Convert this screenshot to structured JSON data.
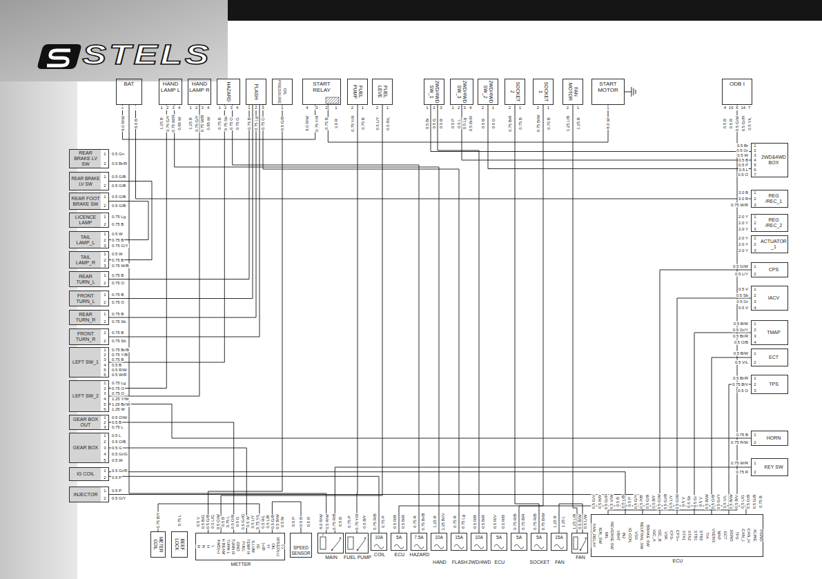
{
  "diagram": {
    "nodes": [
      {
        "text": [
          "BAT"
        ]
      },
      {
        "text": [
          "HAND LAMP L"
        ]
      },
      {
        "text": [
          "HAND LAMP R"
        ]
      },
      {
        "text": [
          "HAZARD"
        ]
      },
      {
        "text": [
          "FLASH"
        ]
      },
      {
        "text": [
          "OIL PRESSURE"
        ]
      },
      {
        "text": [
          "START RELAY"
        ]
      },
      {
        "text": [
          "FUEL PUMP"
        ]
      },
      {
        "text": [
          "FUEL LEVE"
        ]
      },
      {
        "text": [
          "2WD/4WD SW_1"
        ]
      },
      {
        "text": [
          "2WD/4WD SW_3"
        ]
      },
      {
        "text": [
          "2WD/4WD SW_2"
        ]
      },
      {
        "text": [
          "SOCKET 2"
        ]
      },
      {
        "text": [
          "SOCKET 1"
        ]
      },
      {
        "text": [
          "FAN MOTOR"
        ]
      },
      {
        "text": [
          "START MOTOR"
        ]
      },
      {
        "text": [
          "ODB I"
        ]
      },
      {
        "text": [
          "REAR BRAKE LV SW"
        ]
      },
      {
        "text": [
          "REAR BRAKE LV SW"
        ]
      },
      {
        "text": [
          "REAR FOOT BRAKE SW"
        ]
      },
      {
        "text": [
          "LICENCE LAMP"
        ]
      },
      {
        "text": [
          "TAIL LAMP_L"
        ]
      },
      {
        "text": [
          "TAIL LAMP_R"
        ]
      },
      {
        "text": [
          "REAR TURN_L"
        ]
      },
      {
        "text": [
          "FRONT TURN_L"
        ]
      },
      {
        "text": [
          "REAR TURN_R"
        ]
      },
      {
        "text": [
          "FRONT TURN_R"
        ]
      },
      {
        "text": [
          "LEFT SW_1"
        ]
      },
      {
        "text": [
          "LEFT SW_2"
        ]
      },
      {
        "text": [
          "GEAR BOX OUT"
        ]
      },
      {
        "text": [
          "GEAR BOX"
        ]
      },
      {
        "text": [
          "IG COIL"
        ]
      },
      {
        "text": [
          "INJECTOR"
        ]
      },
      {
        "text": [
          "2WD&4WD BOX"
        ]
      },
      {
        "text": [
          "REG /REC_1"
        ]
      },
      {
        "text": [
          "REG /REC_2"
        ]
      },
      {
        "text": [
          "ACTUATOR _1"
        ]
      },
      {
        "text": [
          "CPS"
        ]
      },
      {
        "text": [
          "IACV"
        ]
      },
      {
        "text": [
          "TMAP"
        ]
      },
      {
        "text": [
          "ECT"
        ]
      },
      {
        "text": [
          "TPS"
        ]
      },
      {
        "text": [
          "HORN"
        ]
      },
      {
        "text": [
          "KEY SW"
        ]
      },
      {
        "text": [
          "METER COIL"
        ]
      },
      {
        "text": [
          "BEEF LOCK"
        ]
      },
      {
        "text": [
          "METTER"
        ]
      },
      {
        "text": [
          "SPEED SENSOR"
        ]
      },
      {
        "text": [
          "MAIN"
        ]
      },
      {
        "text": [
          "FUEL PUMP"
        ]
      },
      {
        "text": [
          "10A",
          "COIL"
        ]
      },
      {
        "text": [
          "5A",
          "ECU"
        ]
      },
      {
        "text": [
          "7.5A",
          "HAZARD"
        ]
      },
      {
        "text": [
          "10A",
          "HAND"
        ]
      },
      {
        "text": [
          "15A",
          "FLASH"
        ]
      },
      {
        "text": [
          "10A",
          "2WD/4WD"
        ]
      },
      {
        "text": [
          "5A",
          "ECU"
        ]
      },
      {
        "text": [
          "5A"
        ]
      },
      {
        "text": [
          "5A",
          "SOCKET"
        ]
      },
      {
        "text": [
          "15A",
          "FAN"
        ]
      },
      {
        "text": [
          "FAN"
        ]
      },
      {
        "text": [
          "ECU"
        ]
      }
    ],
    "edges": [
      {
        "from": 0,
        "to": 6,
        "arrow": "none"
      },
      {
        "from": 0,
        "to": 48,
        "arrow": "none"
      },
      {
        "from": 6,
        "to": 15,
        "arrow": "none"
      },
      {
        "from": 1,
        "to": 28,
        "arrow": "none"
      },
      {
        "from": 2,
        "to": 28,
        "arrow": "none"
      },
      {
        "from": 3,
        "to": 27,
        "arrow": "none"
      },
      {
        "from": 4,
        "to": 23,
        "arrow": "none"
      },
      {
        "from": 4,
        "to": 24,
        "arrow": "none"
      },
      {
        "from": 4,
        "to": 25,
        "arrow": "none"
      },
      {
        "from": 4,
        "to": 26,
        "arrow": "none"
      },
      {
        "from": 5,
        "to": 46,
        "arrow": "none"
      },
      {
        "from": 7,
        "to": 49,
        "arrow": "none"
      },
      {
        "from": 8,
        "to": 46,
        "arrow": "none"
      },
      {
        "from": 9,
        "to": 33,
        "arrow": "none"
      },
      {
        "from": 10,
        "to": 33,
        "arrow": "none"
      },
      {
        "from": 11,
        "to": 33,
        "arrow": "none"
      },
      {
        "from": 12,
        "to": 58,
        "arrow": "none"
      },
      {
        "from": 13,
        "to": 57,
        "arrow": "none"
      },
      {
        "from": 14,
        "to": 60,
        "arrow": "none"
      },
      {
        "from": 16,
        "to": 61,
        "arrow": "none"
      },
      {
        "from": 19,
        "to": 21,
        "arrow": "none"
      },
      {
        "from": 18,
        "to": 22,
        "arrow": "none"
      },
      {
        "from": 29,
        "to": 46,
        "arrow": "none"
      },
      {
        "from": 30,
        "to": 46,
        "arrow": "none"
      },
      {
        "from": 31,
        "to": 61,
        "arrow": "none"
      },
      {
        "from": 32,
        "to": 61,
        "arrow": "none"
      },
      {
        "from": 37,
        "to": 61,
        "arrow": "none"
      },
      {
        "from": 38,
        "to": 61,
        "arrow": "none"
      },
      {
        "from": 39,
        "to": 61,
        "arrow": "none"
      },
      {
        "from": 40,
        "to": 61,
        "arrow": "none"
      },
      {
        "from": 41,
        "to": 61,
        "arrow": "none"
      },
      {
        "from": 42,
        "to": 28,
        "arrow": "none"
      },
      {
        "from": 43,
        "to": 48,
        "arrow": "none"
      },
      {
        "from": 44,
        "to": 46,
        "arrow": "none"
      },
      {
        "from": 47,
        "to": 46,
        "arrow": "none"
      },
      {
        "from": 50,
        "to": 31,
        "arrow": "none"
      },
      {
        "from": 51,
        "to": 61,
        "arrow": "none"
      },
      {
        "from": 52,
        "to": 3,
        "arrow": "none"
      },
      {
        "from": 53,
        "to": 1,
        "arrow": "none"
      },
      {
        "from": 54,
        "to": 4,
        "arrow": "none"
      },
      {
        "from": 55,
        "to": 9,
        "arrow": "none"
      },
      {
        "from": 59,
        "to": 60,
        "arrow": "none"
      },
      {
        "from": 34,
        "to": 0,
        "arrow": "none"
      }
    ],
    "labels": [
      "STELS",
      "+",
      "-",
      "8.0 R/W",
      "8.0 B",
      "1",
      "2",
      "3",
      "4",
      "1.25 B",
      "0.75 G/Y",
      "0.75 W/R",
      "0.85 W",
      "1",
      "2",
      "3",
      "4",
      "1.25 B",
      "0.75 G/Y",
      "0.75 W/B",
      "0.85 W",
      "1",
      "2",
      "3",
      "4",
      "0.75 B",
      "0.75 Sb",
      "0.75 O",
      "0.75 G",
      "1",
      "2",
      "3",
      "0.75 B",
      "0.75 Lg",
      "0.75 O",
      "1",
      "0.5 G/B",
      "4",
      "3",
      "2",
      "1",
      "8.0 R/W",
      "0.75 Y/R",
      "0.75 B",
      "3.0 R",
      "2",
      "1",
      "0.75 Y/R",
      "0.75 B",
      "2",
      "1",
      "0.5 L/Y",
      "0.5 R/L",
      "1",
      "2",
      "3",
      "0.5 Br",
      "0.5 G",
      "0.5 B",
      "1",
      "2",
      "3",
      "4",
      "0.5 P",
      "0.5 L",
      "0.5 Lg",
      "0.5 Br/R",
      "2",
      "1",
      "0.5 B",
      "0.5 O",
      "2",
      "1",
      "0.75 B/R",
      "0.75 B",
      "2",
      "1",
      "0.75 B/W",
      "0.75 B",
      "2",
      "1",
      "1.25 L/B",
      "1.25 B",
      "1",
      "8.0 W",
      "4",
      "16",
      "6",
      "14",
      "7",
      "0.5 B",
      "0.5 R",
      "0.5 G/W",
      "0.5 Gr/R",
      "0.5 Y/L",
      "1",
      "2",
      "0.5 Gn",
      "0.5 Br/R",
      "1",
      "2",
      "0.5 G/B",
      "0.5 G/B",
      "1",
      "2",
      "0.5 G/B",
      "0.5 G/B",
      "1",
      "2",
      "0.75 Lg",
      "0.75 B",
      "1",
      "2",
      "3",
      "0.5 W",
      "0.75 B",
      "0.75 G/Y",
      "1",
      "2",
      "3",
      "0.5 W",
      "0.75 B",
      "0.75 W/B",
      "1",
      "2",
      "0.75 B",
      "0.75 O",
      "1",
      "2",
      "0.75 B",
      "0.75 O",
      "1",
      "2",
      "0.75 B",
      "0.75 Sb",
      "1",
      "2",
      "0.75 B",
      "0.75 Sb",
      "1",
      "2",
      "3",
      "4",
      "5",
      "6",
      "0.75 Br/B",
      "0.75 Y/B",
      "0.75 B",
      "0.5 B",
      "0.5 R/W",
      "0.5 W/R",
      "1",
      "2",
      "3",
      "4",
      "5",
      "6",
      "0.75 Lg",
      "0.75 O",
      "0.75 O",
      "1.25 Y/W",
      "1.25 Br/W",
      "1.25 W",
      "1",
      "2",
      "3",
      "0.5 O/W",
      "0.5 B",
      "0.75 L",
      "1",
      "2",
      "3",
      "4",
      "5",
      "0.5 L",
      "0.5 O/B",
      "0.5 G",
      "0.5 Gr/G",
      "0.5 W",
      "1",
      "2",
      "0.5 Gr/R",
      "0.5 P",
      "1",
      "2",
      "0.5 P",
      "0.5 G/Y",
      "1",
      "2",
      "3",
      "4",
      "5",
      "6",
      "7",
      "0.5 Br",
      "0.5 Gr",
      "0.5 W",
      "0.5 B",
      "0.5 P",
      "0.5 L",
      "0.5 O",
      "1",
      "2",
      "3",
      "3.0 B",
      "3.0 R",
      "0.75 W/R",
      "1",
      "2",
      "3",
      "2.0 Y",
      "2.0 Y",
      "2.0 Y",
      "1",
      "2",
      "3",
      "2.0 Y",
      "2.0 Y",
      "2.0 Y",
      "1",
      "2",
      "0.5 G/W",
      "0.5 L/Y",
      "1",
      "2",
      "3",
      "4",
      "0.5 V",
      "0.5 Sb",
      "0.5 Gr",
      "0.5 V",
      "1",
      "2",
      "3",
      "4",
      "0.5 B/W",
      "0.5 Gr/Y",
      "0.5 Br/R",
      "0.5 O/B",
      "1",
      "2",
      "0.5 B/W",
      "0.5 V/L",
      "1",
      "2",
      "3",
      "0.5 Br/R",
      "0.75 B/V",
      "0.5 O",
      "1",
      "2",
      "0.75 B",
      "0.75 R/W",
      "1",
      "2",
      "0.75 W/R",
      "0.75 R",
      "0.75 B/Y",
      "0.75 L",
      "0.5 V",
      "0.5 B/G",
      "0.5 G/B",
      "0.5 L/G",
      "0.5 O/W",
      "0.5 B",
      "0.75 L",
      "0.5 O/B",
      "0.5 G",
      "0.5 Gr/G",
      "0.5 W",
      "0.5 L/Y",
      "0.75 Y/L",
      "0.5 R/L",
      "0.5 L/B",
      "0.5 G/B",
      "0.5 B/W",
      "0.5 Br",
      "R",
      "N",
      "H",
      "L",
      "4WD(+)",
      "H BEAM",
      "TURN L",
      "TURN R",
      "GND",
      "FUEL",
      "TEMP R",
      "ILLUM",
      "IG",
      "(+)B",
      "FI",
      "OIL",
      "SPEED(+)",
      "(-)",
      "0.5 P",
      "0.5 B",
      "0.5 R",
      "8.0 R/W",
      "0.5 R/W",
      "0.75 R/B",
      "0.5 B",
      "0.75 P",
      "0.75 Y/R",
      "0.5 B/Y",
      "0.75 R/B",
      "0.75 P",
      "0.5 R/B",
      "0.5 B/R",
      "0.75 R",
      "0.75 Br/B",
      "1.25 R",
      "1.25 Br/V",
      "0.75 R",
      "0.75 Lg",
      "0.5 R/B",
      "0.5 B/R",
      "0.5 R/V",
      "0.5 R/B",
      "0.75 R/B",
      "0.75 B/R",
      "0.75 R/B",
      "0.75 B/W",
      "1.25 R",
      "1.25 L",
      "1.25 L/B",
      "0.5 B/W",
      "0.5 L/W",
      "0.5 G/V",
      "0.5 B/R",
      "0.5 Gr/R",
      "0.5 V/W",
      "0.5 B",
      "0.5 L/B",
      "0.5 P",
      "0.5 G/Y",
      "0.5 P/B",
      "0.5 G/B",
      "0.5 B/Y",
      "0.5 G/W",
      "0.5 Gr/B",
      "0.5 L/Y",
      "0.5 G/W",
      "0.5 V",
      "0.5 Sb",
      "0.5 Gr",
      "0.5 V",
      "0.5 B/W",
      "0.5 O/B",
      "0.5 Gr/Y",
      "0.5 V/L",
      "0.5 B/W",
      "0.5 B/V",
      "0.5 L/G",
      "0.5 O/B",
      "0.5 G/B",
      "0.75 B",
      "FAN_RELAY",
      "IGN_SW",
      "MIL",
      "REVERSE SW",
      "VBAT",
      "INJ",
      "IG COIL",
      "VSS",
      "NEUTRAL SW",
      "BRAKE SW",
      "ISC_A",
      "ISC_B",
      "VSK",
      "CPS-",
      "CPS+",
      "STA1",
      "STA2",
      "STB1",
      "STB2",
      "TIA",
      "VSENS",
      "MAP",
      "ECT",
      "SGND",
      "TPS",
      "CAN_L",
      "CAN_H",
      "KLINE",
      "PGND"
    ]
  }
}
